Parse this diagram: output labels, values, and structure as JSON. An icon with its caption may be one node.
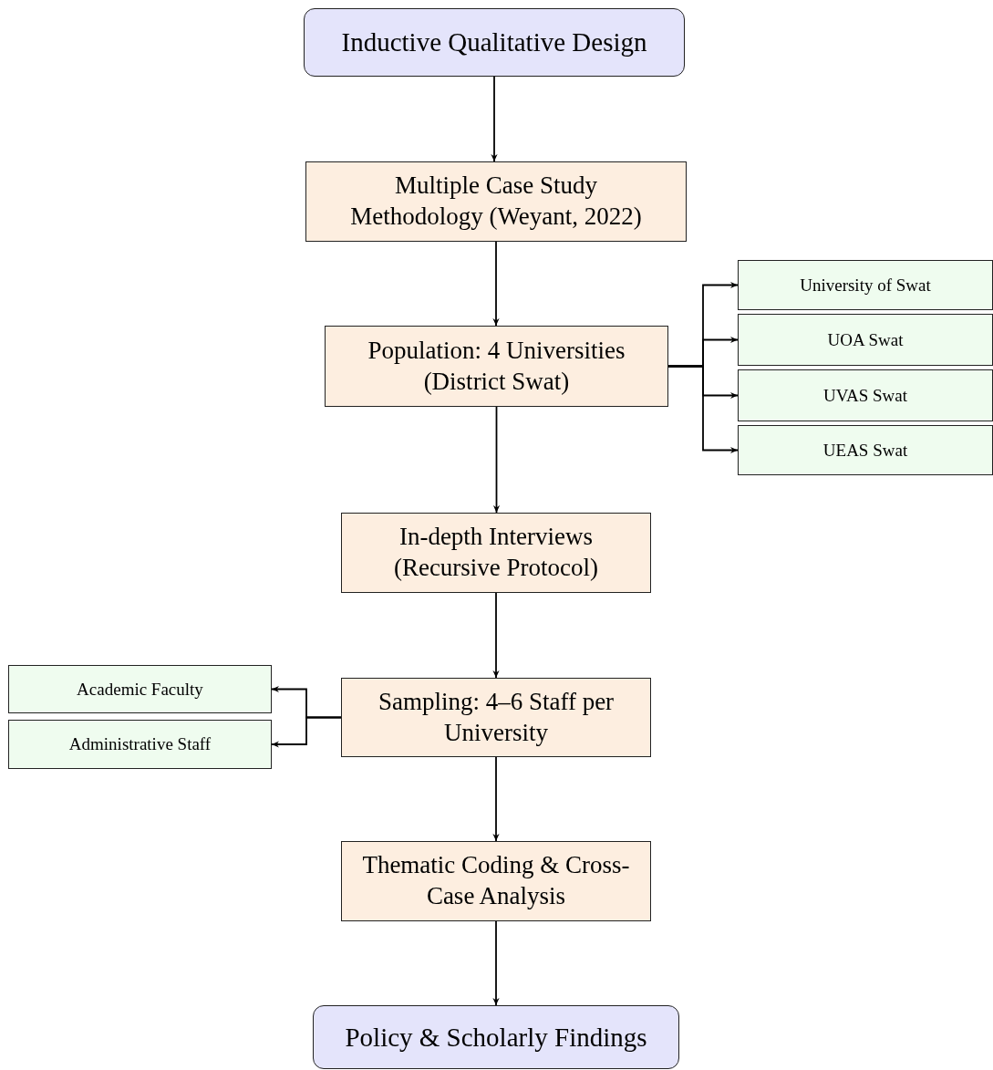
{
  "diagram": {
    "nodes": [
      {
        "text": [
          "Inductive Qualitative Design"
        ]
      },
      {
        "text": [
          "Multiple Case Study Methodology (Weyant, 2022)"
        ]
      },
      {
        "text": [
          "Population: 4 Universities (District Swat)"
        ]
      },
      {
        "text": [
          "University of Swat"
        ]
      },
      {
        "text": [
          "UOA Swat"
        ]
      },
      {
        "text": [
          "UVAS Swat"
        ]
      },
      {
        "text": [
          "UEAS Swat"
        ]
      },
      {
        "text": [
          "In-depth Interviews (Recursive Protocol)"
        ]
      },
      {
        "text": [
          "Sampling: 4–6 Staff per University"
        ]
      },
      {
        "text": [
          "Academic Faculty"
        ]
      },
      {
        "text": [
          "Administrative Staff"
        ]
      },
      {
        "text": [
          "Thematic Coding & Cross-Case Analysis"
        ]
      },
      {
        "text": [
          "Policy & Scholarly Findings"
        ]
      }
    ],
    "edges": [
      {
        "from": 0,
        "to": 1,
        "arrow": "to"
      },
      {
        "from": 1,
        "to": 2,
        "arrow": "to"
      },
      {
        "from": 2,
        "to": 3,
        "arrow": "to"
      },
      {
        "from": 2,
        "to": 4,
        "arrow": "to"
      },
      {
        "from": 2,
        "to": 5,
        "arrow": "to"
      },
      {
        "from": 2,
        "to": 6,
        "arrow": "to"
      },
      {
        "from": 2,
        "to": 7,
        "arrow": "to"
      },
      {
        "from": 7,
        "to": 8,
        "arrow": "to"
      },
      {
        "from": 8,
        "to": 9,
        "arrow": "to"
      },
      {
        "from": 8,
        "to": 10,
        "arrow": "to"
      },
      {
        "from": 8,
        "to": 11,
        "arrow": "to"
      },
      {
        "from": 11,
        "to": 12,
        "arrow": "to"
      }
    ]
  }
}
